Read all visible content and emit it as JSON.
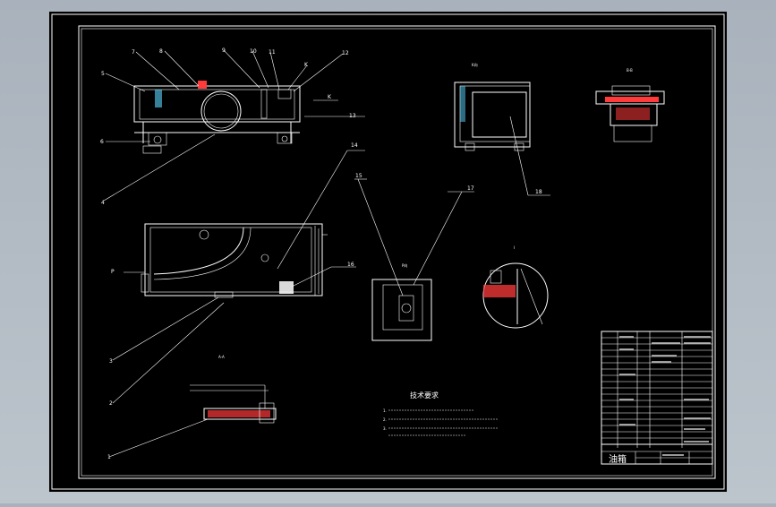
{
  "drawing": {
    "title_block_name": "油箱",
    "tech_requirements_title": "技术要求",
    "tech_requirements_items": [
      "1.",
      "2.",
      "3."
    ],
    "section_label": "A-A",
    "detail_label_i": "I",
    "detail_label_p": "P",
    "part_numbers": [
      "1",
      "2",
      "3",
      "4",
      "5",
      "6",
      "7",
      "8",
      "9",
      "10",
      "11",
      "12",
      "13",
      "14",
      "15",
      "16",
      "17",
      "18"
    ],
    "direction_labels": [
      "K",
      "A",
      "P",
      "I"
    ]
  },
  "colors": {
    "background": "#000000",
    "frame": "#ffffff",
    "hatch": "#ff3b3b",
    "accent_blue": "#5ad7ff",
    "outer_bg": "#b4bcc5"
  }
}
